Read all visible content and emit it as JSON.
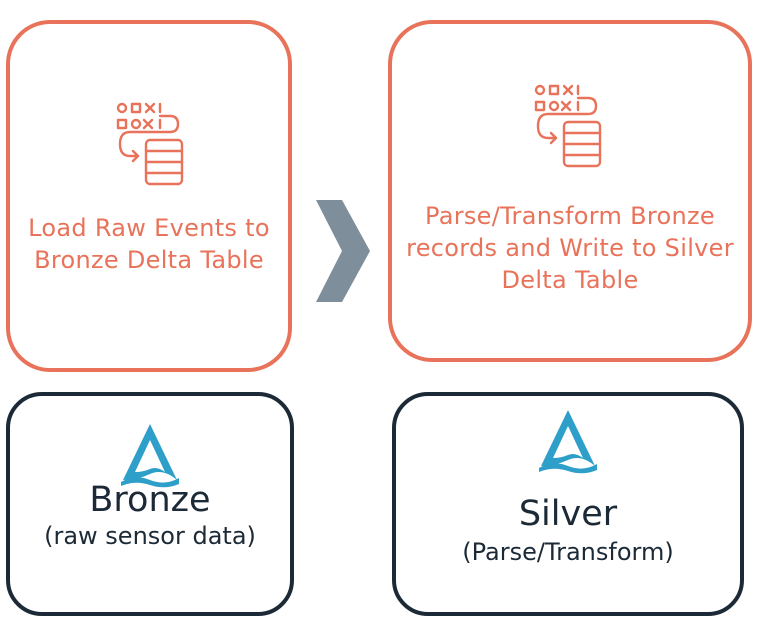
{
  "stages": [
    {
      "title": "Load Raw Events to Bronze Delta Table",
      "icon": "data-pipeline-icon"
    },
    {
      "title": "Parse/Transform Bronze records and Write to Silver Delta Table",
      "icon": "data-pipeline-icon"
    }
  ],
  "layers": [
    {
      "name": "Bronze",
      "description": "(raw sensor data)",
      "icon": "delta-lake-icon"
    },
    {
      "name": "Silver",
      "description": "(Parse/Transform)",
      "icon": "delta-lake-icon"
    }
  ],
  "colors": {
    "stage_accent": "#e8735a",
    "layer_border": "#1b2a36",
    "delta_icon": "#2e9fc9",
    "arrow": "#7f8e9b"
  }
}
